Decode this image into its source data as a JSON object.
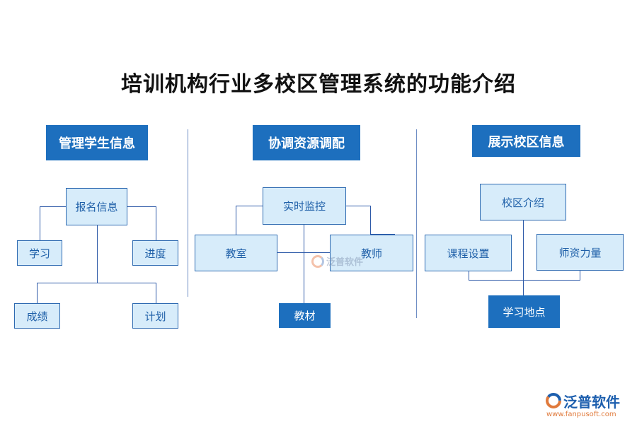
{
  "title": "培训机构行业多校区管理系统的功能介绍",
  "columns": [
    {
      "header": "管理学生信息",
      "root": "报名信息",
      "nodes": [
        "学习",
        "进度",
        "成绩",
        "计划"
      ]
    },
    {
      "header": "协调资源调配",
      "root": "实时监控",
      "nodes": [
        "教室",
        "教师",
        "教材"
      ]
    },
    {
      "header": "展示校区信息",
      "root": "校区介绍",
      "nodes": [
        "课程设置",
        "师资力量",
        "学习地点"
      ]
    }
  ],
  "watermark": "泛普软件",
  "logo": {
    "brand": "泛普软件",
    "url": "www.fanpusoft.com"
  },
  "colors": {
    "header_bg": "#1d6fbe",
    "node_bg": "#d7ecfa",
    "line": "#2e5aa8"
  }
}
